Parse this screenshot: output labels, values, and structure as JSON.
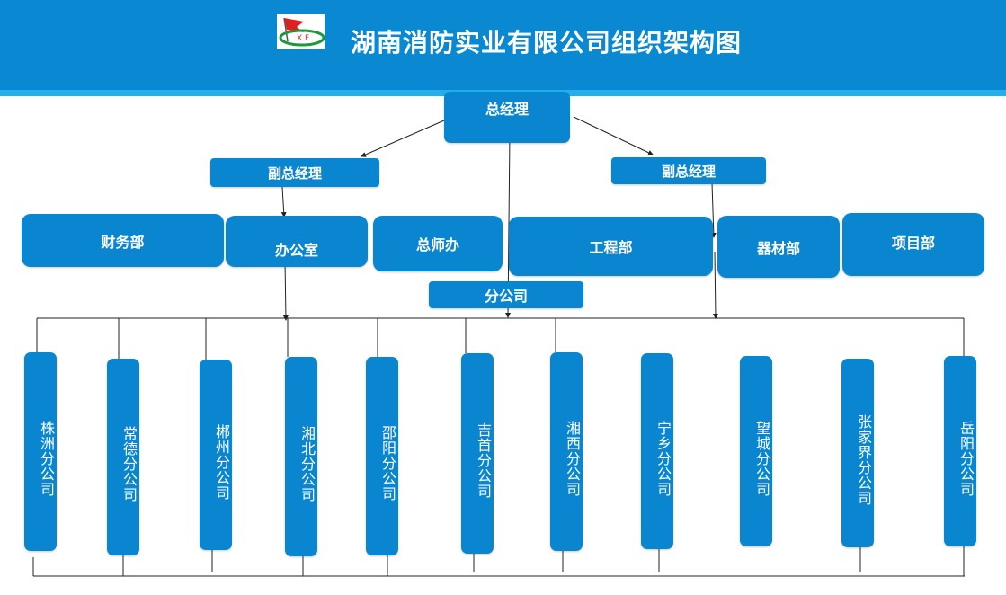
{
  "header": {
    "title": "湖南消防实业有限公司组织架构图",
    "logo_text": "XF"
  },
  "org": {
    "gm": "总经理",
    "deputy_left": "副总经理",
    "deputy_right": "副总经理",
    "departments": [
      "财务部",
      "办公室",
      "总师办",
      "工程部",
      "器材部",
      "项目部"
    ],
    "branch_header": "分公司",
    "branches": [
      "株洲分公司",
      "常德分公司",
      "郴州分公司",
      "湘北分公司",
      "邵阳分公司",
      "吉首分公司",
      "湘西分公司",
      "宁乡分公司",
      "望城分公司",
      "张家界分公司",
      "岳阳分公司"
    ]
  },
  "colors": {
    "header": "#0a88d2",
    "box": "#0a86d0",
    "strip": "#20b0ee"
  }
}
